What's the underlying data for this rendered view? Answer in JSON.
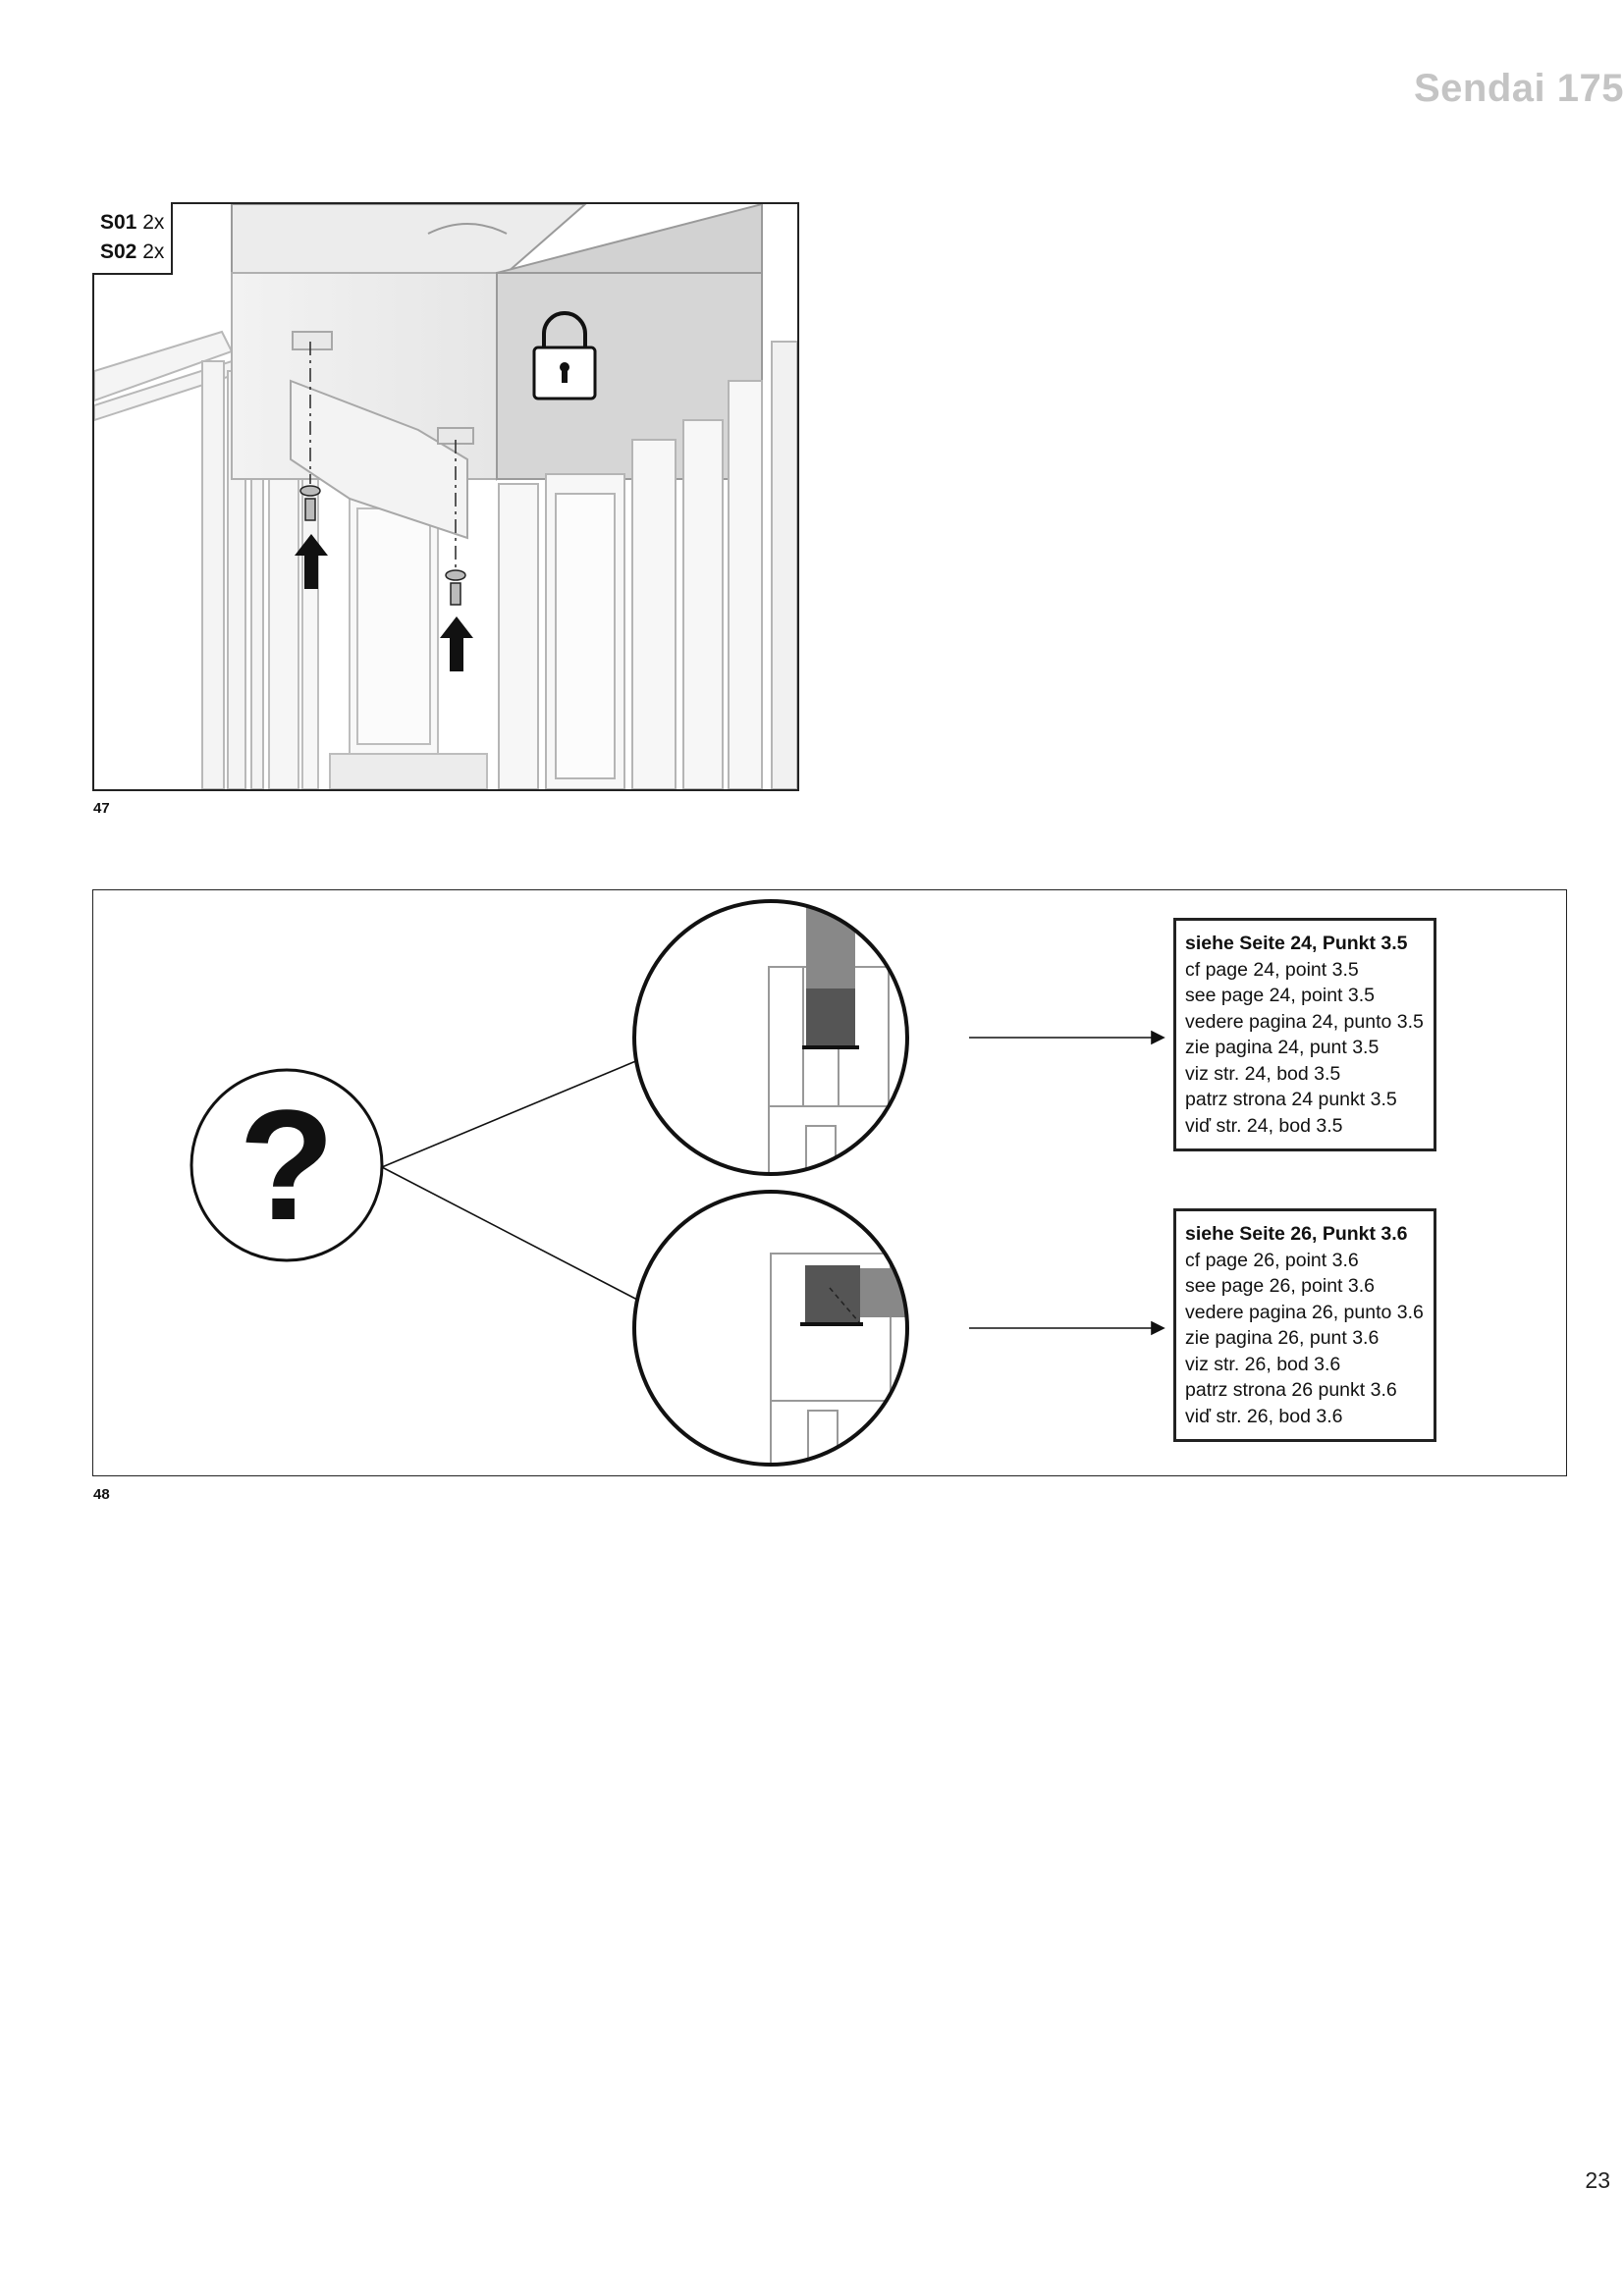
{
  "header": {
    "title": "Sendai 175"
  },
  "figure_47": {
    "number": "47",
    "parts": [
      {
        "code": "S01",
        "qty": "2x"
      },
      {
        "code": "S02",
        "qty": "2x"
      }
    ],
    "icons": [
      "padlock-icon",
      "arrow-up-icon"
    ]
  },
  "figure_48": {
    "number": "48",
    "question_symbol": "?",
    "references": [
      {
        "title": "siehe Seite 24, Punkt 3.5",
        "lines": [
          "cf page 24, point 3.5",
          "see page 24, point 3.5",
          "vedere pagina 24, punto 3.5",
          "zie pagina 24, punt 3.5",
          "viz str. 24, bod 3.5",
          "patrz strona 24 punkt 3.5",
          "viď str. 24, bod 3.5"
        ]
      },
      {
        "title": "siehe Seite 26, Punkt 3.6",
        "lines": [
          "cf page 26, point 3.6",
          "see page 26, point 3.6",
          "vedere pagina 26, punto 3.6",
          "zie pagina 26, punt 3.6",
          "viz str. 26, bod 3.6",
          "patrz strona 26 punkt 3.6",
          "viď str. 26, bod 3.6"
        ]
      }
    ]
  },
  "footer": {
    "page_number": "23"
  }
}
